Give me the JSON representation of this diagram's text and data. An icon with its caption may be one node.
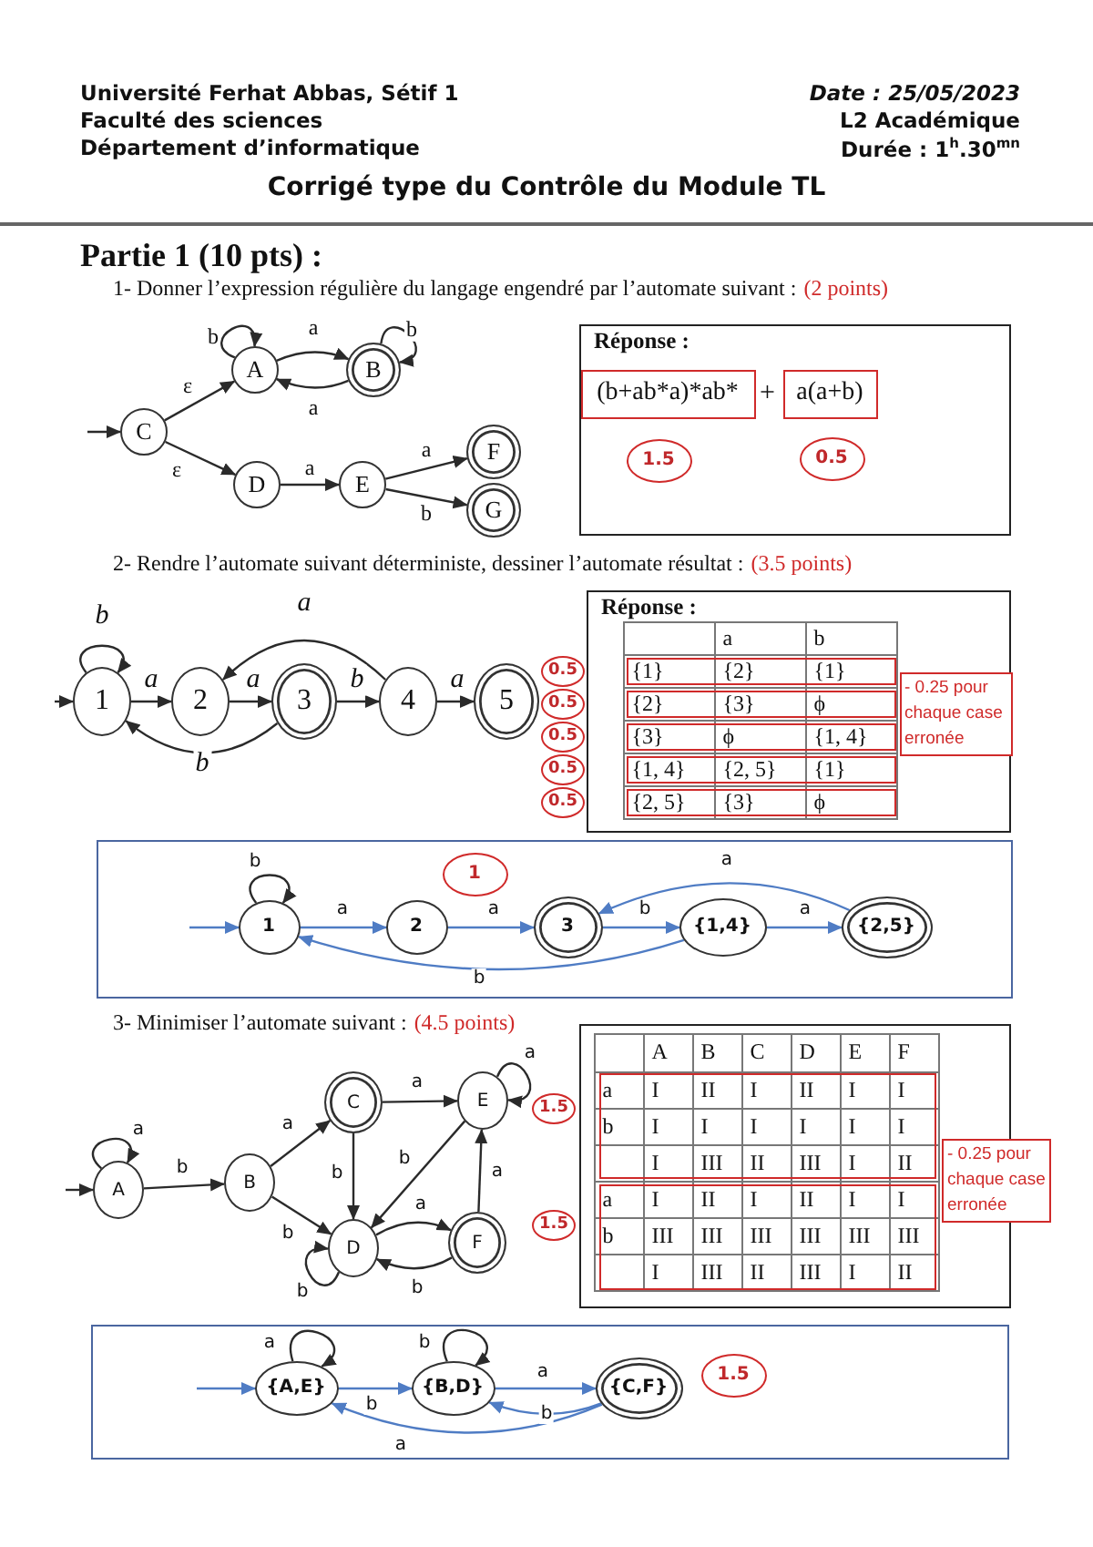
{
  "diagram": {
    "title": "Corrigé type du Contrôle du Module TL",
    "nodes": [
      {
        "text": [
          "A"
        ]
      },
      {
        "text": [
          "B"
        ]
      },
      {
        "text": [
          "C"
        ]
      },
      {
        "text": [
          "D"
        ]
      },
      {
        "text": [
          "E"
        ]
      },
      {
        "text": [
          "F"
        ]
      },
      {
        "text": [
          "G"
        ]
      },
      {
        "text": [
          "Réponse :"
        ]
      },
      {
        "text": [
          "(b+ab*a)*ab*"
        ],
        "in": 7
      },
      {
        "text": [
          "a(a+b)"
        ],
        "in": 7
      },
      {
        "text": [
          "1.5"
        ],
        "in": 7
      },
      {
        "text": [
          "0.5"
        ],
        "in": 7
      },
      {
        "text": [
          "1"
        ]
      },
      {
        "text": [
          "2"
        ]
      },
      {
        "text": [
          "3"
        ]
      },
      {
        "text": [
          "4"
        ]
      },
      {
        "text": [
          "5"
        ]
      },
      {
        "text": [
          "Réponse :"
        ]
      },
      {
        "text": [
          "0.5"
        ]
      },
      {
        "text": [
          "0.5"
        ]
      },
      {
        "text": [
          "0.5"
        ]
      },
      {
        "text": [
          "0.5"
        ]
      },
      {
        "text": [
          "0.5"
        ]
      },
      {
        "text": [
          "- 0.25 pour chaque case erronée"
        ],
        "in": 17
      },
      {
        "text": [],
        "shape": "box"
      },
      {
        "text": [
          "1"
        ],
        "in": 24
      },
      {
        "text": [
          "2"
        ],
        "in": 24
      },
      {
        "text": [
          "3"
        ],
        "in": 24
      },
      {
        "text": [
          "{1,4}"
        ],
        "in": 24
      },
      {
        "text": [
          "{2,5}"
        ],
        "in": 24
      },
      {
        "text": [
          "1"
        ],
        "in": 24
      },
      {
        "text": [
          "A"
        ]
      },
      {
        "text": [
          "B"
        ]
      },
      {
        "text": [
          "C"
        ]
      },
      {
        "text": [
          "D"
        ]
      },
      {
        "text": [
          "E"
        ]
      },
      {
        "text": [
          "F"
        ]
      },
      {
        "text": [
          "1.5"
        ]
      },
      {
        "text": [
          "1.5"
        ]
      },
      {
        "text": [
          "- 0.25 pour chaque case erronée"
        ]
      },
      {
        "text": [],
        "shape": "box"
      },
      {
        "text": [
          "{A,E}"
        ],
        "in": 40
      },
      {
        "text": [
          "{B,D}"
        ],
        "in": 40
      },
      {
        "text": [
          "{C,F}"
        ],
        "in": 40
      },
      {
        "text": [
          "1.5"
        ],
        "in": 40
      }
    ],
    "edges": [
      {
        "from": null,
        "to": 2,
        "arrow": "to"
      },
      {
        "from": 2,
        "to": 0,
        "arrow": "to",
        "label": "ε"
      },
      {
        "from": 2,
        "to": 3,
        "arrow": "to",
        "label": "ε"
      },
      {
        "from": 0,
        "to": 0,
        "arrow": "to",
        "label": "b"
      },
      {
        "from": 0,
        "to": 1,
        "arrow": "to",
        "label": "a"
      },
      {
        "from": 1,
        "to": 0,
        "arrow": "to",
        "label": "a"
      },
      {
        "from": 1,
        "to": 1,
        "arrow": "to",
        "label": "b"
      },
      {
        "from": 3,
        "to": 4,
        "arrow": "to",
        "label": "a"
      },
      {
        "from": 4,
        "to": 5,
        "arrow": "to",
        "label": "a"
      },
      {
        "from": 4,
        "to": 6,
        "arrow": "to",
        "label": "b"
      },
      {
        "from": null,
        "to": 12,
        "arrow": "to"
      },
      {
        "from": 12,
        "to": 12,
        "arrow": "to",
        "label": "b"
      },
      {
        "from": 12,
        "to": 13,
        "arrow": "to",
        "label": "a"
      },
      {
        "from": 13,
        "to": 14,
        "arrow": "to",
        "label": "a"
      },
      {
        "from": 14,
        "to": 15,
        "arrow": "to",
        "label": "b"
      },
      {
        "from": 15,
        "to": 16,
        "arrow": "to",
        "label": "a"
      },
      {
        "from": 15,
        "to": 13,
        "arrow": "to",
        "label": "a"
      },
      {
        "from": 14,
        "to": 12,
        "arrow": "to",
        "label": "b"
      },
      {
        "from": null,
        "to": 25,
        "arrow": "to",
        "color": "#4f7cc4"
      },
      {
        "from": 25,
        "to": 25,
        "arrow": "to",
        "label": "b"
      },
      {
        "from": 25,
        "to": 26,
        "arrow": "to",
        "label": "a",
        "color": "#4f7cc4"
      },
      {
        "from": 26,
        "to": 27,
        "arrow": "to",
        "label": "a",
        "color": "#4f7cc4"
      },
      {
        "from": 27,
        "to": 28,
        "arrow": "to",
        "label": "b",
        "color": "#4f7cc4"
      },
      {
        "from": 28,
        "to": 29,
        "arrow": "to",
        "label": "a",
        "color": "#4f7cc4"
      },
      {
        "from": 29,
        "to": 27,
        "arrow": "to",
        "label": "a",
        "color": "#4f7cc4"
      },
      {
        "from": 28,
        "to": 25,
        "arrow": "to",
        "label": "b",
        "color": "#4f7cc4"
      },
      {
        "from": null,
        "to": 31,
        "arrow": "to"
      },
      {
        "from": 31,
        "to": 31,
        "arrow": "to",
        "label": "a"
      },
      {
        "from": 31,
        "to": 32,
        "arrow": "to",
        "label": "b"
      },
      {
        "from": 32,
        "to": 33,
        "arrow": "to",
        "label": "a"
      },
      {
        "from": 32,
        "to": 34,
        "arrow": "to",
        "label": "b"
      },
      {
        "from": 33,
        "to": 35,
        "arrow": "to",
        "label": "a"
      },
      {
        "from": 33,
        "to": 34,
        "arrow": "to",
        "label": "b"
      },
      {
        "from": 35,
        "to": 34,
        "arrow": "to",
        "label": "b"
      },
      {
        "from": 35,
        "to": 35,
        "arrow": "to",
        "label": "a"
      },
      {
        "from": 34,
        "to": 36,
        "arrow": "to",
        "label": "a"
      },
      {
        "from": 36,
        "to": 34,
        "arrow": "to",
        "label": "b"
      },
      {
        "from": 36,
        "to": 35,
        "arrow": "to",
        "label": "a"
      },
      {
        "from": 34,
        "to": 34,
        "arrow": "to",
        "label": "b"
      },
      {
        "from": null,
        "to": 41,
        "arrow": "to",
        "color": "#4f7cc4"
      },
      {
        "from": 41,
        "to": 41,
        "arrow": "to",
        "label": "a"
      },
      {
        "from": 42,
        "to": 42,
        "arrow": "to",
        "label": "b"
      },
      {
        "from": 41,
        "to": 42,
        "arrow": "to",
        "label": "b",
        "color": "#4f7cc4"
      },
      {
        "from": 42,
        "to": 43,
        "arrow": "to",
        "label": "a",
        "color": "#4f7cc4"
      },
      {
        "from": 43,
        "to": 42,
        "arrow": "to",
        "label": "b",
        "color": "#4f7cc4"
      },
      {
        "from": 43,
        "to": 41,
        "arrow": "to",
        "label": "a",
        "color": "#4f7cc4"
      }
    ],
    "labels": [
      "Université Ferhat Abbas, Sétif 1",
      "Faculté des sciences",
      "Département d’informatique",
      "Date : 25/05/2023",
      "L2 Académique",
      "Durée : 1$^{h}$.30$^{mn}$",
      "Partie 1 (10 pts) :",
      "1- Donner l’expression régulière du langage engendré par l’automate suivant :",
      "(2 points)",
      "+",
      "2- Rendre l’automate suivant déterministe, dessiner l’automate résultat :",
      "(3.5 points)",
      "a",
      "b",
      "{1}",
      "{2}",
      "{1}",
      "{2}",
      "{3}",
      "ϕ",
      "{3}",
      "ϕ",
      "{1, 4}",
      "{1, 4}",
      "{2, 5}",
      "{1}",
      "{2, 5}",
      "{3}",
      "ϕ",
      "3- Minimiser l’automate suivant :",
      "(4.5 points)",
      "A",
      "B",
      "C",
      "D",
      "E",
      "F",
      "a",
      "I",
      "II",
      "I",
      "II",
      "I",
      "I",
      "b",
      "I",
      "I",
      "I",
      "I",
      "I",
      "I",
      "I",
      "III",
      "II",
      "III",
      "I",
      "II",
      "a",
      "I",
      "II",
      "I",
      "II",
      "I",
      "I",
      "b",
      "III",
      "III",
      "III",
      "III",
      "III",
      "III",
      "I",
      "III",
      "II",
      "III",
      "I",
      "II"
    ]
  }
}
